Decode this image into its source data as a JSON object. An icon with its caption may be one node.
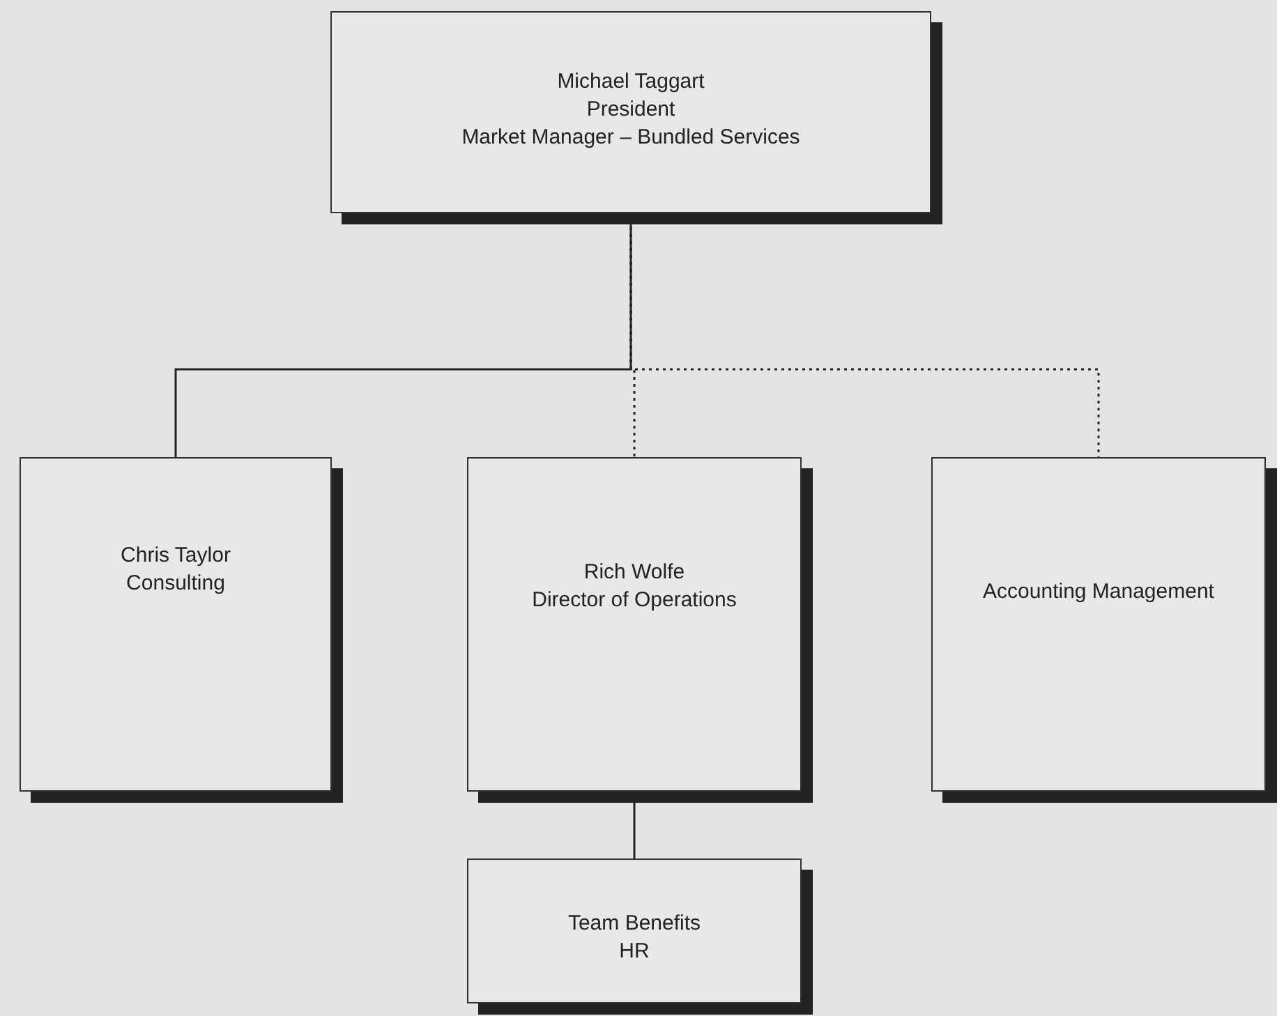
{
  "diagram": {
    "nodes": [
      {
        "text": [
          "Michael Taggart",
          "President",
          "Market Manager – Bundled Services"
        ]
      },
      {
        "text": [
          "Chris Taylor",
          "Consulting"
        ]
      },
      {
        "text": [
          "Rich Wolfe",
          "Director of Operations"
        ]
      },
      {
        "text": [
          "Accounting Management"
        ]
      },
      {
        "text": [
          "Team Benefits",
          "HR"
        ]
      }
    ],
    "edges": [
      {
        "from": 0,
        "to": 1,
        "arrow": "none"
      },
      {
        "from": 0,
        "to": 2,
        "arrow": "none",
        "style": "dashed"
      },
      {
        "from": 0,
        "to": 3,
        "arrow": "none",
        "style": "dashed"
      },
      {
        "from": 2,
        "to": 4,
        "arrow": "none"
      }
    ]
  }
}
